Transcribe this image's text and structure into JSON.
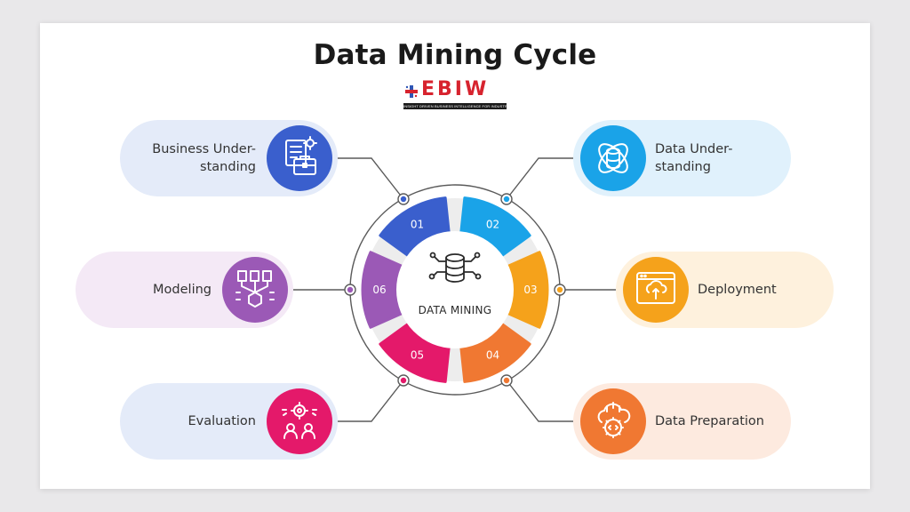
{
  "title": "Data Mining Cycle",
  "logo": {
    "word": "EBIW",
    "tagline": "INSIGHT DRIVEN BUSINESS INTELLIGENCE FOR INDUSTRIES"
  },
  "center": {
    "label": "DATA MINING",
    "icon": "database-network-icon"
  },
  "steps": [
    {
      "number": "01",
      "label_line1": "Business Under-",
      "label_line2": "standing",
      "color": "#3a5fcd",
      "pill_color": "#e4ebf9",
      "icon": "business-documents-icon"
    },
    {
      "number": "02",
      "label_line1": "Data Under-",
      "label_line2": "standing",
      "color": "#1aa3e8",
      "pill_color": "#e0f1fc",
      "icon": "data-sphere-icon"
    },
    {
      "number": "03",
      "label_line1": "Deployment",
      "label_line2": "",
      "color": "#f5a21b",
      "pill_color": "#fef1dd",
      "icon": "deployment-browser-icon"
    },
    {
      "number": "04",
      "label_line1": "Data Preparation",
      "label_line2": "",
      "color": "#f07832",
      "pill_color": "#fdeadf",
      "icon": "data-preparation-gear-icon"
    },
    {
      "number": "05",
      "label_line1": "Evaluation",
      "label_line2": "",
      "color": "#e4196a",
      "pill_color": "#e4ebf9",
      "icon": "evaluation-people-icon"
    },
    {
      "number": "06",
      "label_line1": "Modeling",
      "label_line2": "",
      "color": "#9b59b6",
      "pill_color": "#f4e9f6",
      "icon": "modeling-network-icon"
    }
  ]
}
